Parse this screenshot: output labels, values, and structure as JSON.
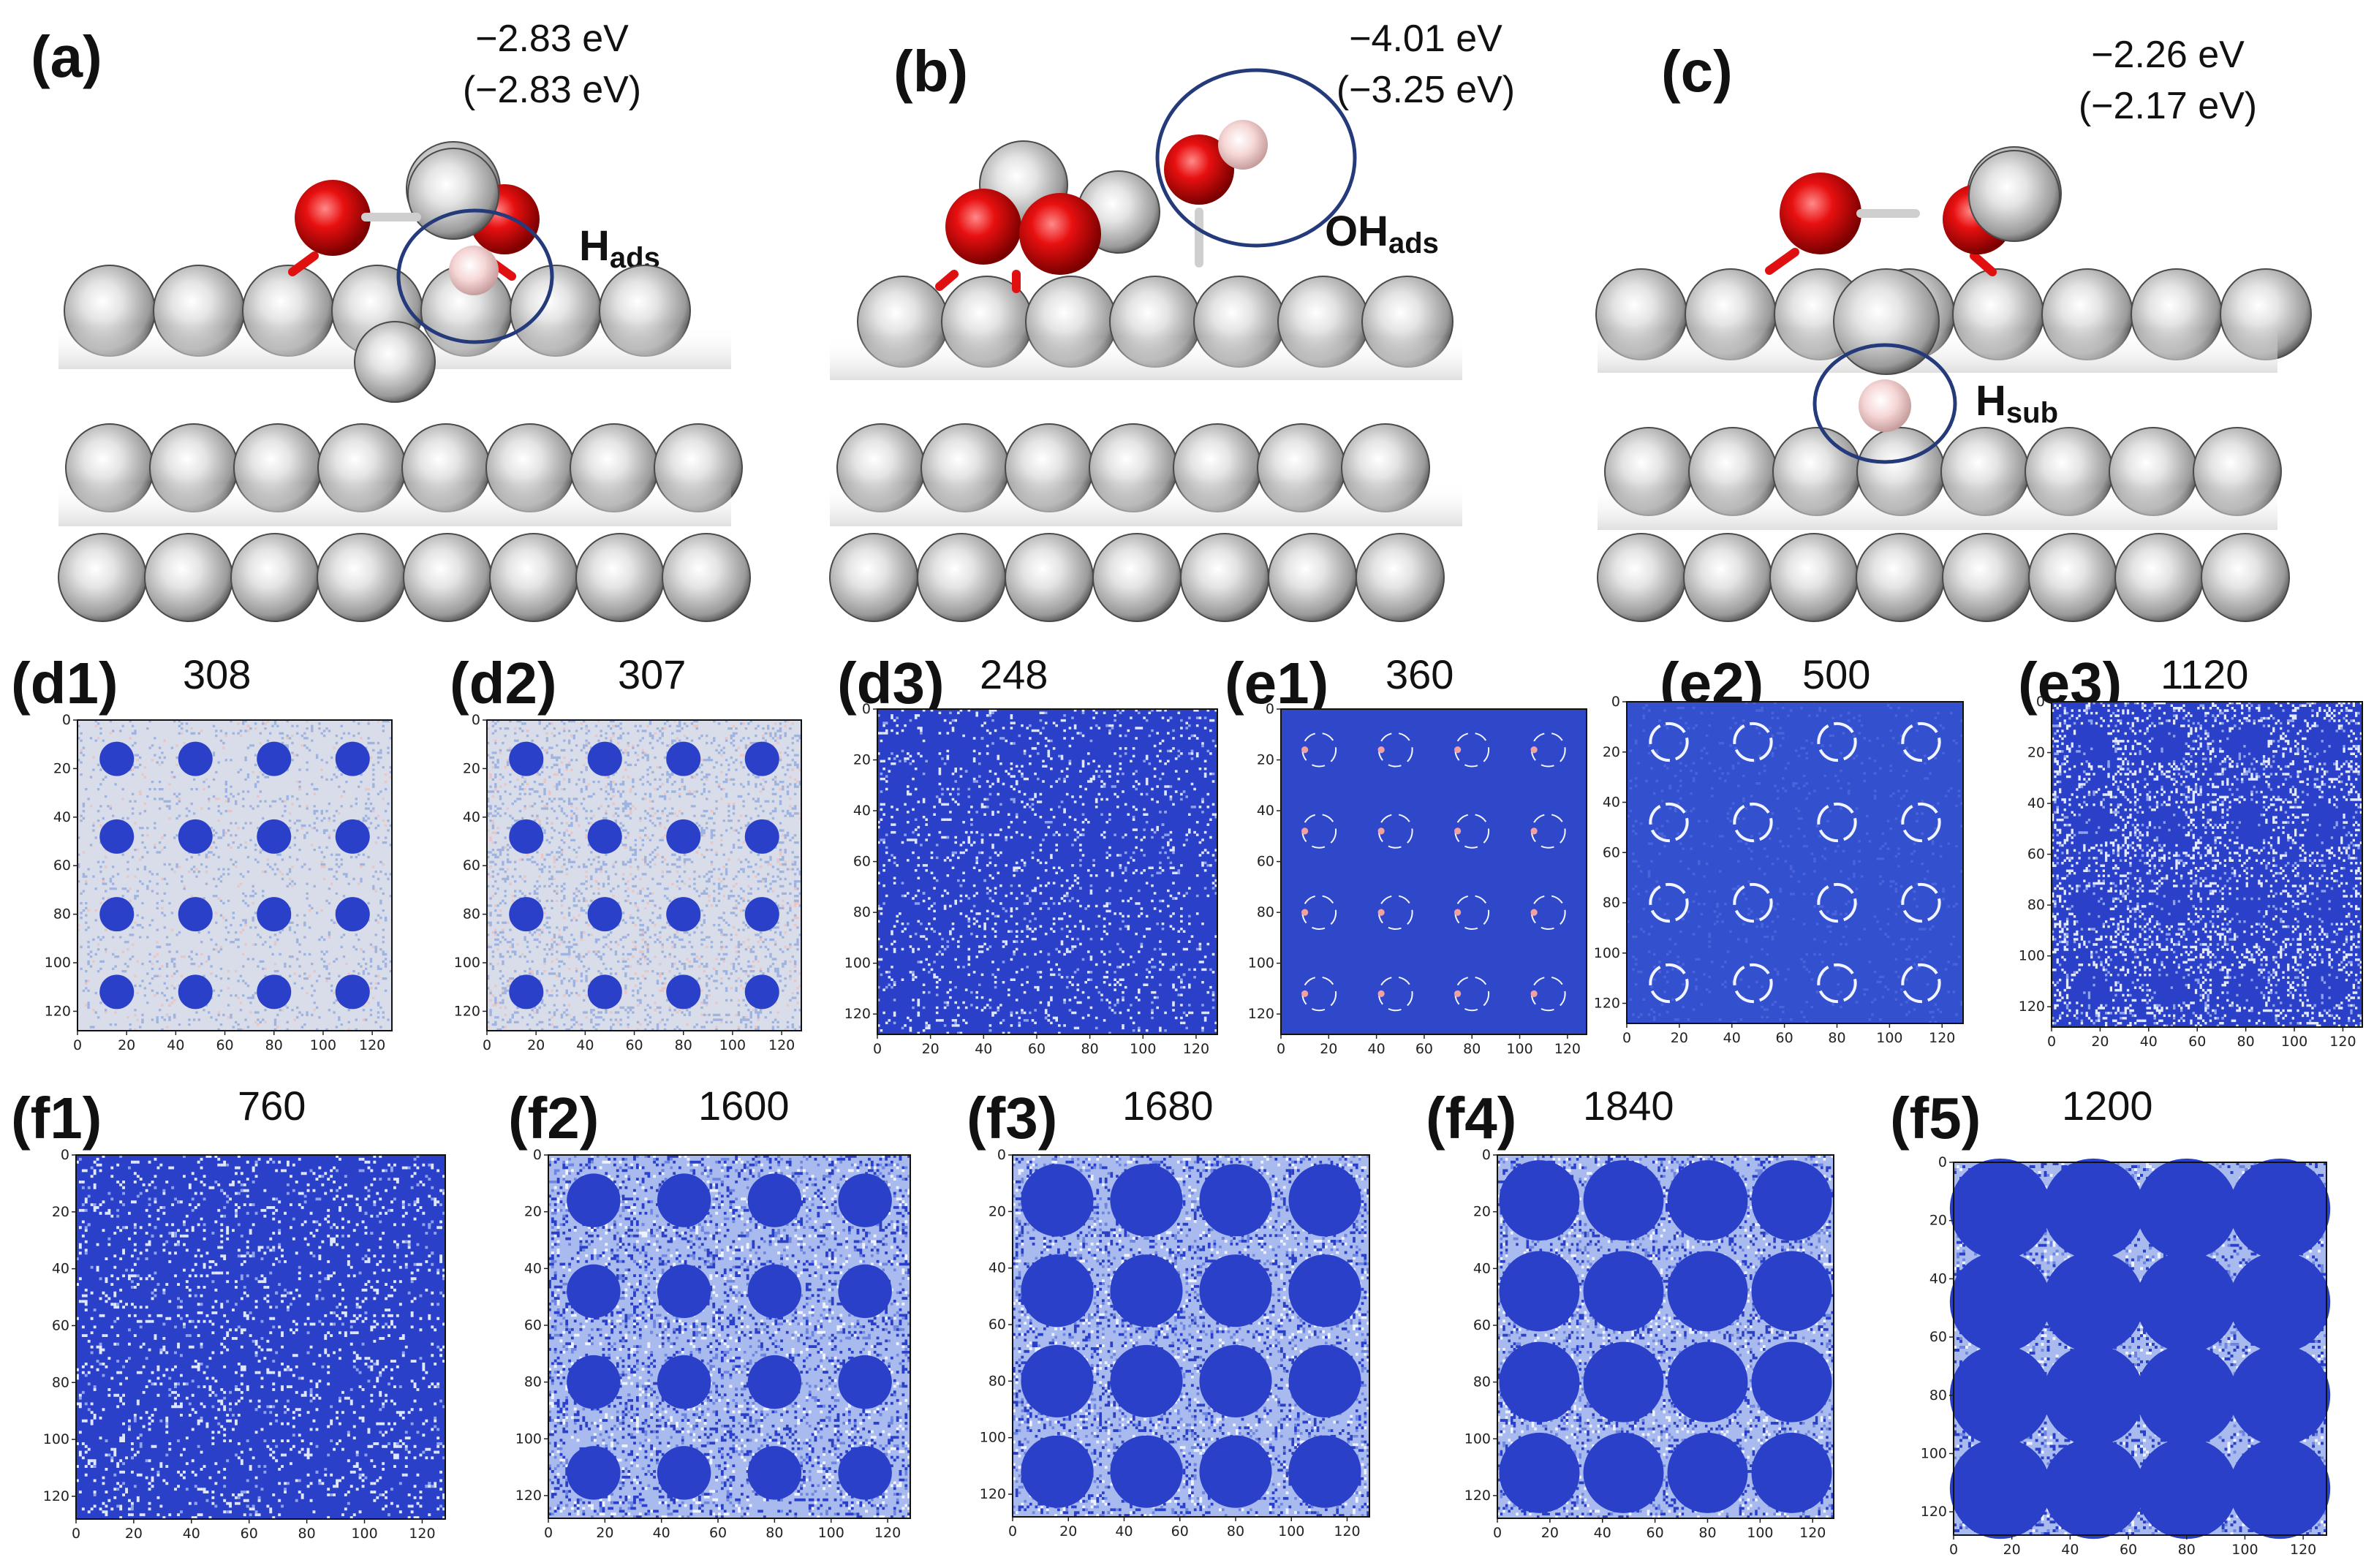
{
  "structures": [
    {
      "label": "(a)",
      "energy": "−2.83 eV",
      "energy_paren": "(−2.83 eV)",
      "species": "H",
      "species_sub": "ads"
    },
    {
      "label": "(b)",
      "energy": "−4.01 eV",
      "energy_paren": "(−3.25 eV)",
      "species": "OH",
      "species_sub": "ads"
    },
    {
      "label": "(c)",
      "energy": "−2.26 eV",
      "energy_paren": "(−2.17 eV)",
      "species": "H",
      "species_sub": "sub"
    }
  ],
  "maps": [
    {
      "label": "(d1)",
      "value": "308",
      "kind": "dots_light"
    },
    {
      "label": "(d2)",
      "value": "307",
      "kind": "dots_light2"
    },
    {
      "label": "(d3)",
      "value": "248",
      "kind": "noise_sparse"
    },
    {
      "label": "(e1)",
      "value": "360",
      "kind": "rings"
    },
    {
      "label": "(e2)",
      "value": "500",
      "kind": "rings2"
    },
    {
      "label": "(e3)",
      "value": "1120",
      "kind": "noise_rings"
    },
    {
      "label": "(f1)",
      "value": "760",
      "kind": "noise_sparse2"
    },
    {
      "label": "(f2)",
      "value": "1600",
      "kind": "holes_small"
    },
    {
      "label": "(f3)",
      "value": "1680",
      "kind": "holes_mid"
    },
    {
      "label": "(f4)",
      "value": "1840",
      "kind": "holes_big"
    },
    {
      "label": "(f5)",
      "value": "1200",
      "kind": "holes_merge"
    }
  ],
  "axis_ticks_y": [
    "0",
    "20",
    "40",
    "60",
    "80",
    "100",
    "120"
  ],
  "axis_ticks_x": [
    "0",
    "20",
    "40",
    "60",
    "80",
    "100",
    "120"
  ],
  "colors": {
    "map_blue": "#2b40c8",
    "map_light": "#d8dde9",
    "oxygen": "#e01010",
    "metal": "#c8c8c8",
    "hydrogen": "#f2c8c8",
    "circle": "#243a7a"
  }
}
